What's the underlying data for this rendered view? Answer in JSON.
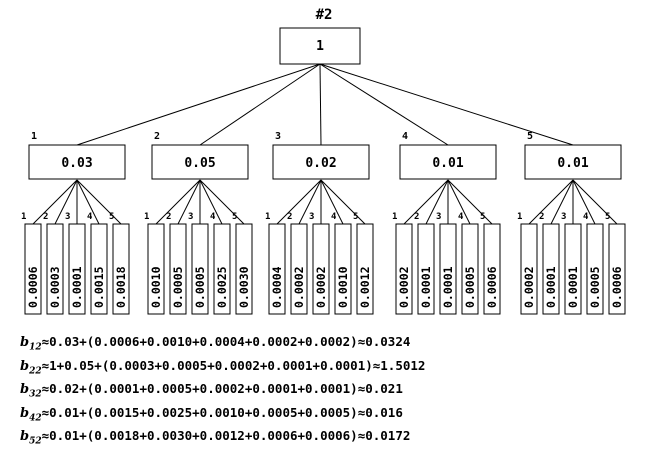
{
  "title": "#2",
  "root_value": "1",
  "branches": [
    {
      "label": "1",
      "value": "0.03",
      "leaf_labels": [
        "1",
        "2",
        "3",
        "4",
        "5"
      ],
      "leaves": [
        "0.0006",
        "0.0003",
        "0.0001",
        "0.0015",
        "0.0018"
      ]
    },
    {
      "label": "2",
      "value": "0.05",
      "leaf_labels": [
        "1",
        "2",
        "3",
        "4",
        "5"
      ],
      "leaves": [
        "0.0010",
        "0.0005",
        "0.0005",
        "0.0025",
        "0.0030"
      ]
    },
    {
      "label": "3",
      "value": "0.02",
      "leaf_labels": [
        "1",
        "2",
        "3",
        "4",
        "5"
      ],
      "leaves": [
        "0.0004",
        "0.0002",
        "0.0002",
        "0.0010",
        "0.0012"
      ]
    },
    {
      "label": "4",
      "value": "0.01",
      "leaf_labels": [
        "1",
        "2",
        "3",
        "4",
        "5"
      ],
      "leaves": [
        "0.0002",
        "0.0001",
        "0.0001",
        "0.0005",
        "0.0006"
      ]
    },
    {
      "label": "5",
      "value": "0.01",
      "leaf_labels": [
        "1",
        "2",
        "3",
        "4",
        "5"
      ],
      "leaves": [
        "0.0002",
        "0.0001",
        "0.0001",
        "0.0005",
        "0.0006"
      ]
    }
  ],
  "formulas": [
    {
      "var": "b",
      "sub": "12",
      "expr": "≈0.03+(0.0006+0.0010+0.0004+0.0002+0.0002)≈0.0324"
    },
    {
      "var": "b",
      "sub": "22",
      "expr": "≈1+0.05+(0.0003+0.0005+0.0002+0.0001+0.0001)≈1.5012"
    },
    {
      "var": "b",
      "sub": "32",
      "expr": "≈0.02+(0.0001+0.0005+0.0002+0.0001+0.0001)≈0.021"
    },
    {
      "var": "b",
      "sub": "42",
      "expr": "≈0.01+(0.0015+0.0025+0.0010+0.0005+0.0005)≈0.016"
    },
    {
      "var": "b",
      "sub": "52",
      "expr": "≈0.01+(0.0018+0.0030+0.0012+0.0006+0.0006)≈0.0172"
    }
  ]
}
